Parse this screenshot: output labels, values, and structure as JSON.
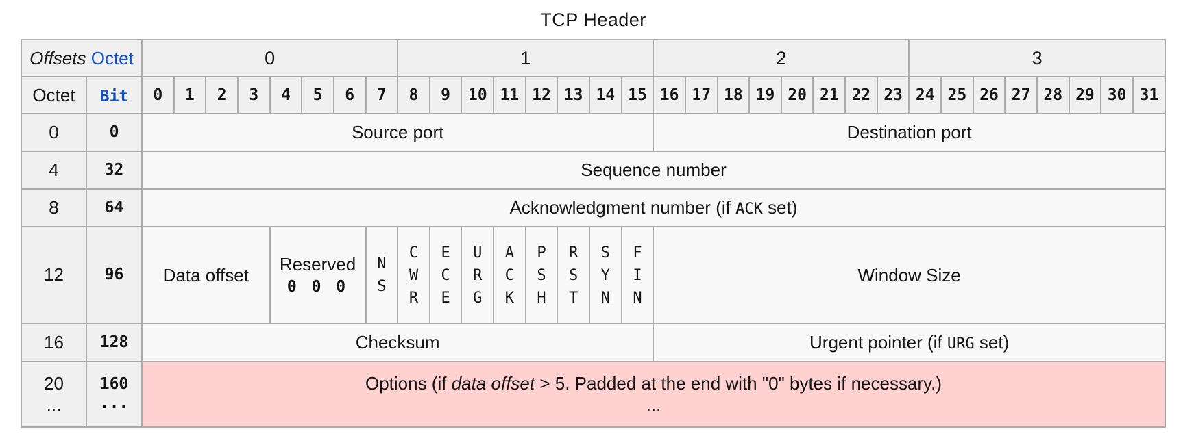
{
  "title": "TCP Header",
  "colors": {
    "border": "#ababab",
    "header_bg": "#f0f0f0",
    "cell_bg": "#f8f8f8",
    "options_bg": "#ffd1d1",
    "link_blue": "#1150c4",
    "text": "#141414"
  },
  "table": {
    "corner_row1": [
      {
        "t": "Offsets",
        "s": "it",
        "name": "offsets-label"
      },
      {
        "t": " "
      },
      {
        "t": "Octet",
        "s": "link",
        "name": "octet-link",
        "inter": true
      }
    ],
    "corner_row2_col1": [
      {
        "t": "Octet",
        "name": "octet-row-label"
      }
    ],
    "corner_row2_col2": [
      {
        "t": "Bit",
        "s": "linkmono",
        "name": "bit-link",
        "inter": true
      }
    ],
    "octet_headers": [
      "0",
      "1",
      "2",
      "3"
    ],
    "bit_numbers": [
      "0",
      "1",
      "2",
      "3",
      "4",
      "5",
      "6",
      "7",
      "8",
      "9",
      "10",
      "11",
      "12",
      "13",
      "14",
      "15",
      "16",
      "17",
      "18",
      "19",
      "20",
      "21",
      "22",
      "23",
      "24",
      "25",
      "26",
      "27",
      "28",
      "29",
      "30",
      "31"
    ],
    "rows": [
      {
        "octet": [
          "0"
        ],
        "bit": [
          "0"
        ],
        "h": "r-norm",
        "cells": [
          {
            "name": "field-source-port",
            "span": 16,
            "lines": [
              [
                {
                  "t": "Source port"
                }
              ]
            ]
          },
          {
            "name": "field-destination-port",
            "span": 16,
            "lines": [
              [
                {
                  "t": "Destination port"
                }
              ]
            ]
          }
        ]
      },
      {
        "octet": [
          "4"
        ],
        "bit": [
          "32"
        ],
        "h": "r-norm",
        "cells": [
          {
            "name": "field-sequence-number",
            "span": 32,
            "lines": [
              [
                {
                  "t": "Sequence number"
                }
              ]
            ]
          }
        ]
      },
      {
        "octet": [
          "8"
        ],
        "bit": [
          "64"
        ],
        "h": "r-norm",
        "cells": [
          {
            "name": "field-acknowledgment-number",
            "span": 32,
            "lines": [
              [
                {
                  "t": "Acknowledgment number (if "
                },
                {
                  "t": "ACK",
                  "s": "mono"
                },
                {
                  "t": " set)"
                }
              ]
            ]
          }
        ]
      },
      {
        "octet": [
          "12"
        ],
        "bit": [
          "96"
        ],
        "h": "r-tall",
        "cells": [
          {
            "name": "field-data-offset",
            "span": 4,
            "lines": [
              [
                {
                  "t": "Data offset"
                }
              ]
            ]
          },
          {
            "name": "field-reserved",
            "span": 3,
            "lines": [
              [
                {
                  "t": "Reserved"
                }
              ],
              [
                {
                  "t": "0 0 0",
                  "s": "bmono"
                }
              ]
            ]
          },
          {
            "name": "flag-ns",
            "span": 1,
            "vstack": "NS"
          },
          {
            "name": "flag-cwr",
            "span": 1,
            "vstack": "CWR"
          },
          {
            "name": "flag-ece",
            "span": 1,
            "vstack": "ECE"
          },
          {
            "name": "flag-urg",
            "span": 1,
            "vstack": "URG"
          },
          {
            "name": "flag-ack",
            "span": 1,
            "vstack": "ACK"
          },
          {
            "name": "flag-psh",
            "span": 1,
            "vstack": "PSH"
          },
          {
            "name": "flag-rst",
            "span": 1,
            "vstack": "RST"
          },
          {
            "name": "flag-syn",
            "span": 1,
            "vstack": "SYN"
          },
          {
            "name": "flag-fin",
            "span": 1,
            "vstack": "FIN"
          },
          {
            "name": "field-window-size",
            "span": 16,
            "lines": [
              [
                {
                  "t": "Window Size"
                }
              ]
            ]
          }
        ]
      },
      {
        "octet": [
          "16"
        ],
        "bit": [
          "128"
        ],
        "h": "r-norm",
        "cells": [
          {
            "name": "field-checksum",
            "span": 16,
            "lines": [
              [
                {
                  "t": "Checksum"
                }
              ]
            ]
          },
          {
            "name": "field-urgent-pointer",
            "span": 16,
            "lines": [
              [
                {
                  "t": "Urgent pointer (if "
                },
                {
                  "t": "URG",
                  "s": "mono"
                },
                {
                  "t": " set)"
                }
              ]
            ]
          }
        ]
      },
      {
        "octet": [
          "20",
          "..."
        ],
        "bit": [
          "160",
          "..."
        ],
        "h": "r-options",
        "cells": [
          {
            "name": "field-options",
            "span": 32,
            "bg": "pink",
            "lines": [
              [
                {
                  "t": "Options (if "
                },
                {
                  "t": "data offset",
                  "s": "it"
                },
                {
                  "t": " > 5. Padded at the end with \"0\" bytes if necessary.)"
                }
              ],
              [
                {
                  "t": "..."
                }
              ]
            ]
          }
        ]
      }
    ]
  }
}
